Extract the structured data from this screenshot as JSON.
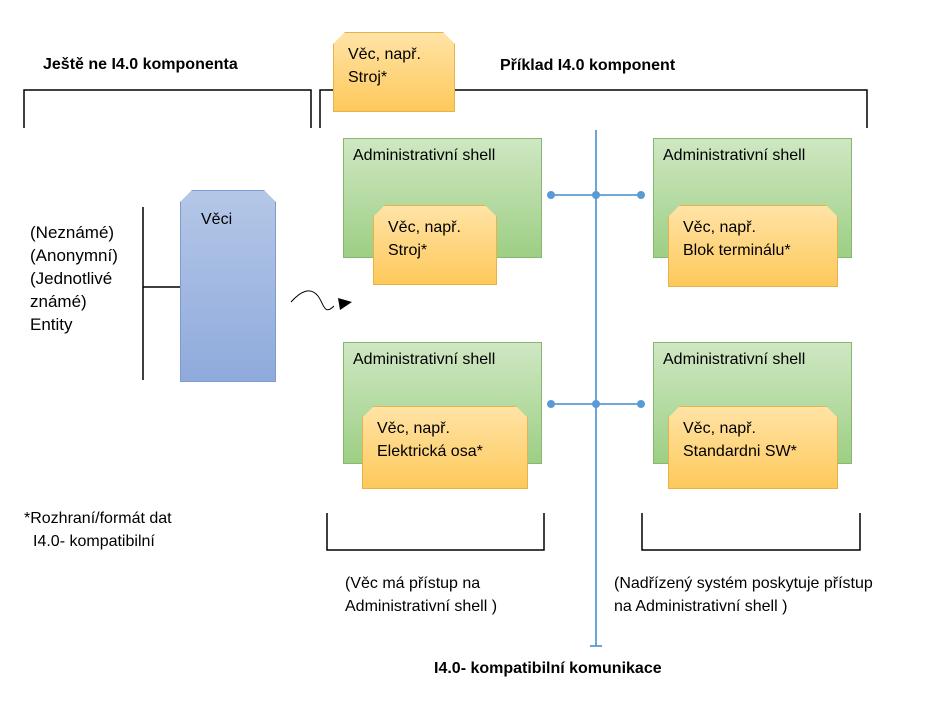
{
  "headings": {
    "left": "Ještě ne I4.0 komponenta",
    "right": "Příklad   I4.0 komponent",
    "bottom": "I4.0- kompatibilní  komunikace"
  },
  "top_thing": {
    "line1": "Věc, např.",
    "line2": "Stroj*"
  },
  "entities": [
    "(Neznámé)",
    "(Anonymní)",
    "(Jednotlivé",
    "známé)",
    "Entity"
  ],
  "things_column": {
    "label": "Věci"
  },
  "shells": [
    {
      "title": "Administrativní shell",
      "thing_line1": "Věc, např.",
      "thing_line2": "Stroj*"
    },
    {
      "title": "Administrativní shell",
      "thing_line1": "Věc, např.",
      "thing_line2": "Blok terminálu*"
    },
    {
      "title": "Administrativní shell",
      "thing_line1": "Věc, např.",
      "thing_line2": "Elektrická osa*"
    },
    {
      "title": "Administrativní shell",
      "thing_line1": "Věc, např.",
      "thing_line2": "Standardni SW*"
    }
  ],
  "footnote": {
    "line1": "*Rozhraní/formát dat",
    "line2": "I4.0- kompatibilní"
  },
  "captions": {
    "left": {
      "line1": "(Věc má přístup na",
      "line2": "Administrativní shell )"
    },
    "right": {
      "line1": "(Nadřízený systém poskytuje přístup",
      "line2": "na Administrativní shell )"
    }
  },
  "colors": {
    "shell_green": "#a9d18e",
    "thing_orange": "#ffd966",
    "column_blue": "#8faadc",
    "bus_blue": "#5b9bd5"
  }
}
